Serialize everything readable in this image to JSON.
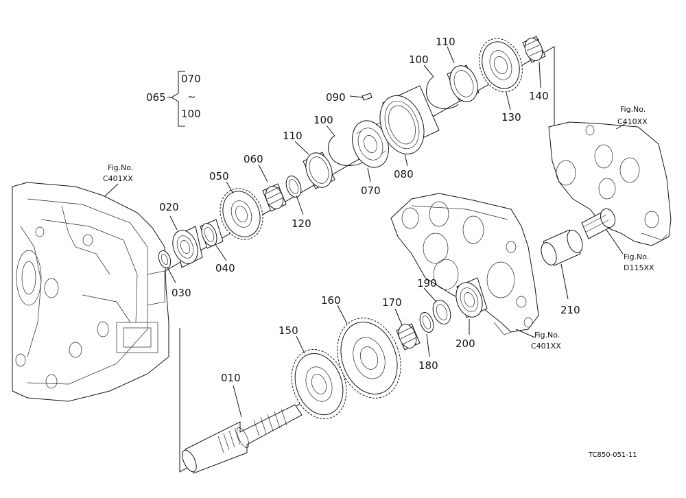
{
  "group": {
    "code": "065",
    "range_from": "070",
    "range_sep": "~",
    "range_to": "100"
  },
  "callouts": {
    "p010": "010",
    "p020": "020",
    "p030": "030",
    "p040": "040",
    "p050": "050",
    "p060": "060",
    "p070": "070",
    "p080": "080",
    "p090": "090",
    "p100a": "100",
    "p100b": "100",
    "p110a": "110",
    "p110b": "110",
    "p120": "120",
    "p130": "130",
    "p140": "140",
    "p150": "150",
    "p160": "160",
    "p170": "170",
    "p180": "180",
    "p190": "190",
    "p200": "200",
    "p210": "210"
  },
  "refs": {
    "left_case": {
      "line1": "Fig.No.",
      "line2": "C401XX"
    },
    "rear_case": {
      "line1": "Fig.No.",
      "line2": "C410XX"
    },
    "shaft_ref": {
      "line1": "Fig.No.",
      "line2": "D115XX"
    },
    "bearing_case": {
      "line1": "Fig.No.",
      "line2": "C401XX"
    }
  },
  "drawing_code": "TC850-051-11"
}
